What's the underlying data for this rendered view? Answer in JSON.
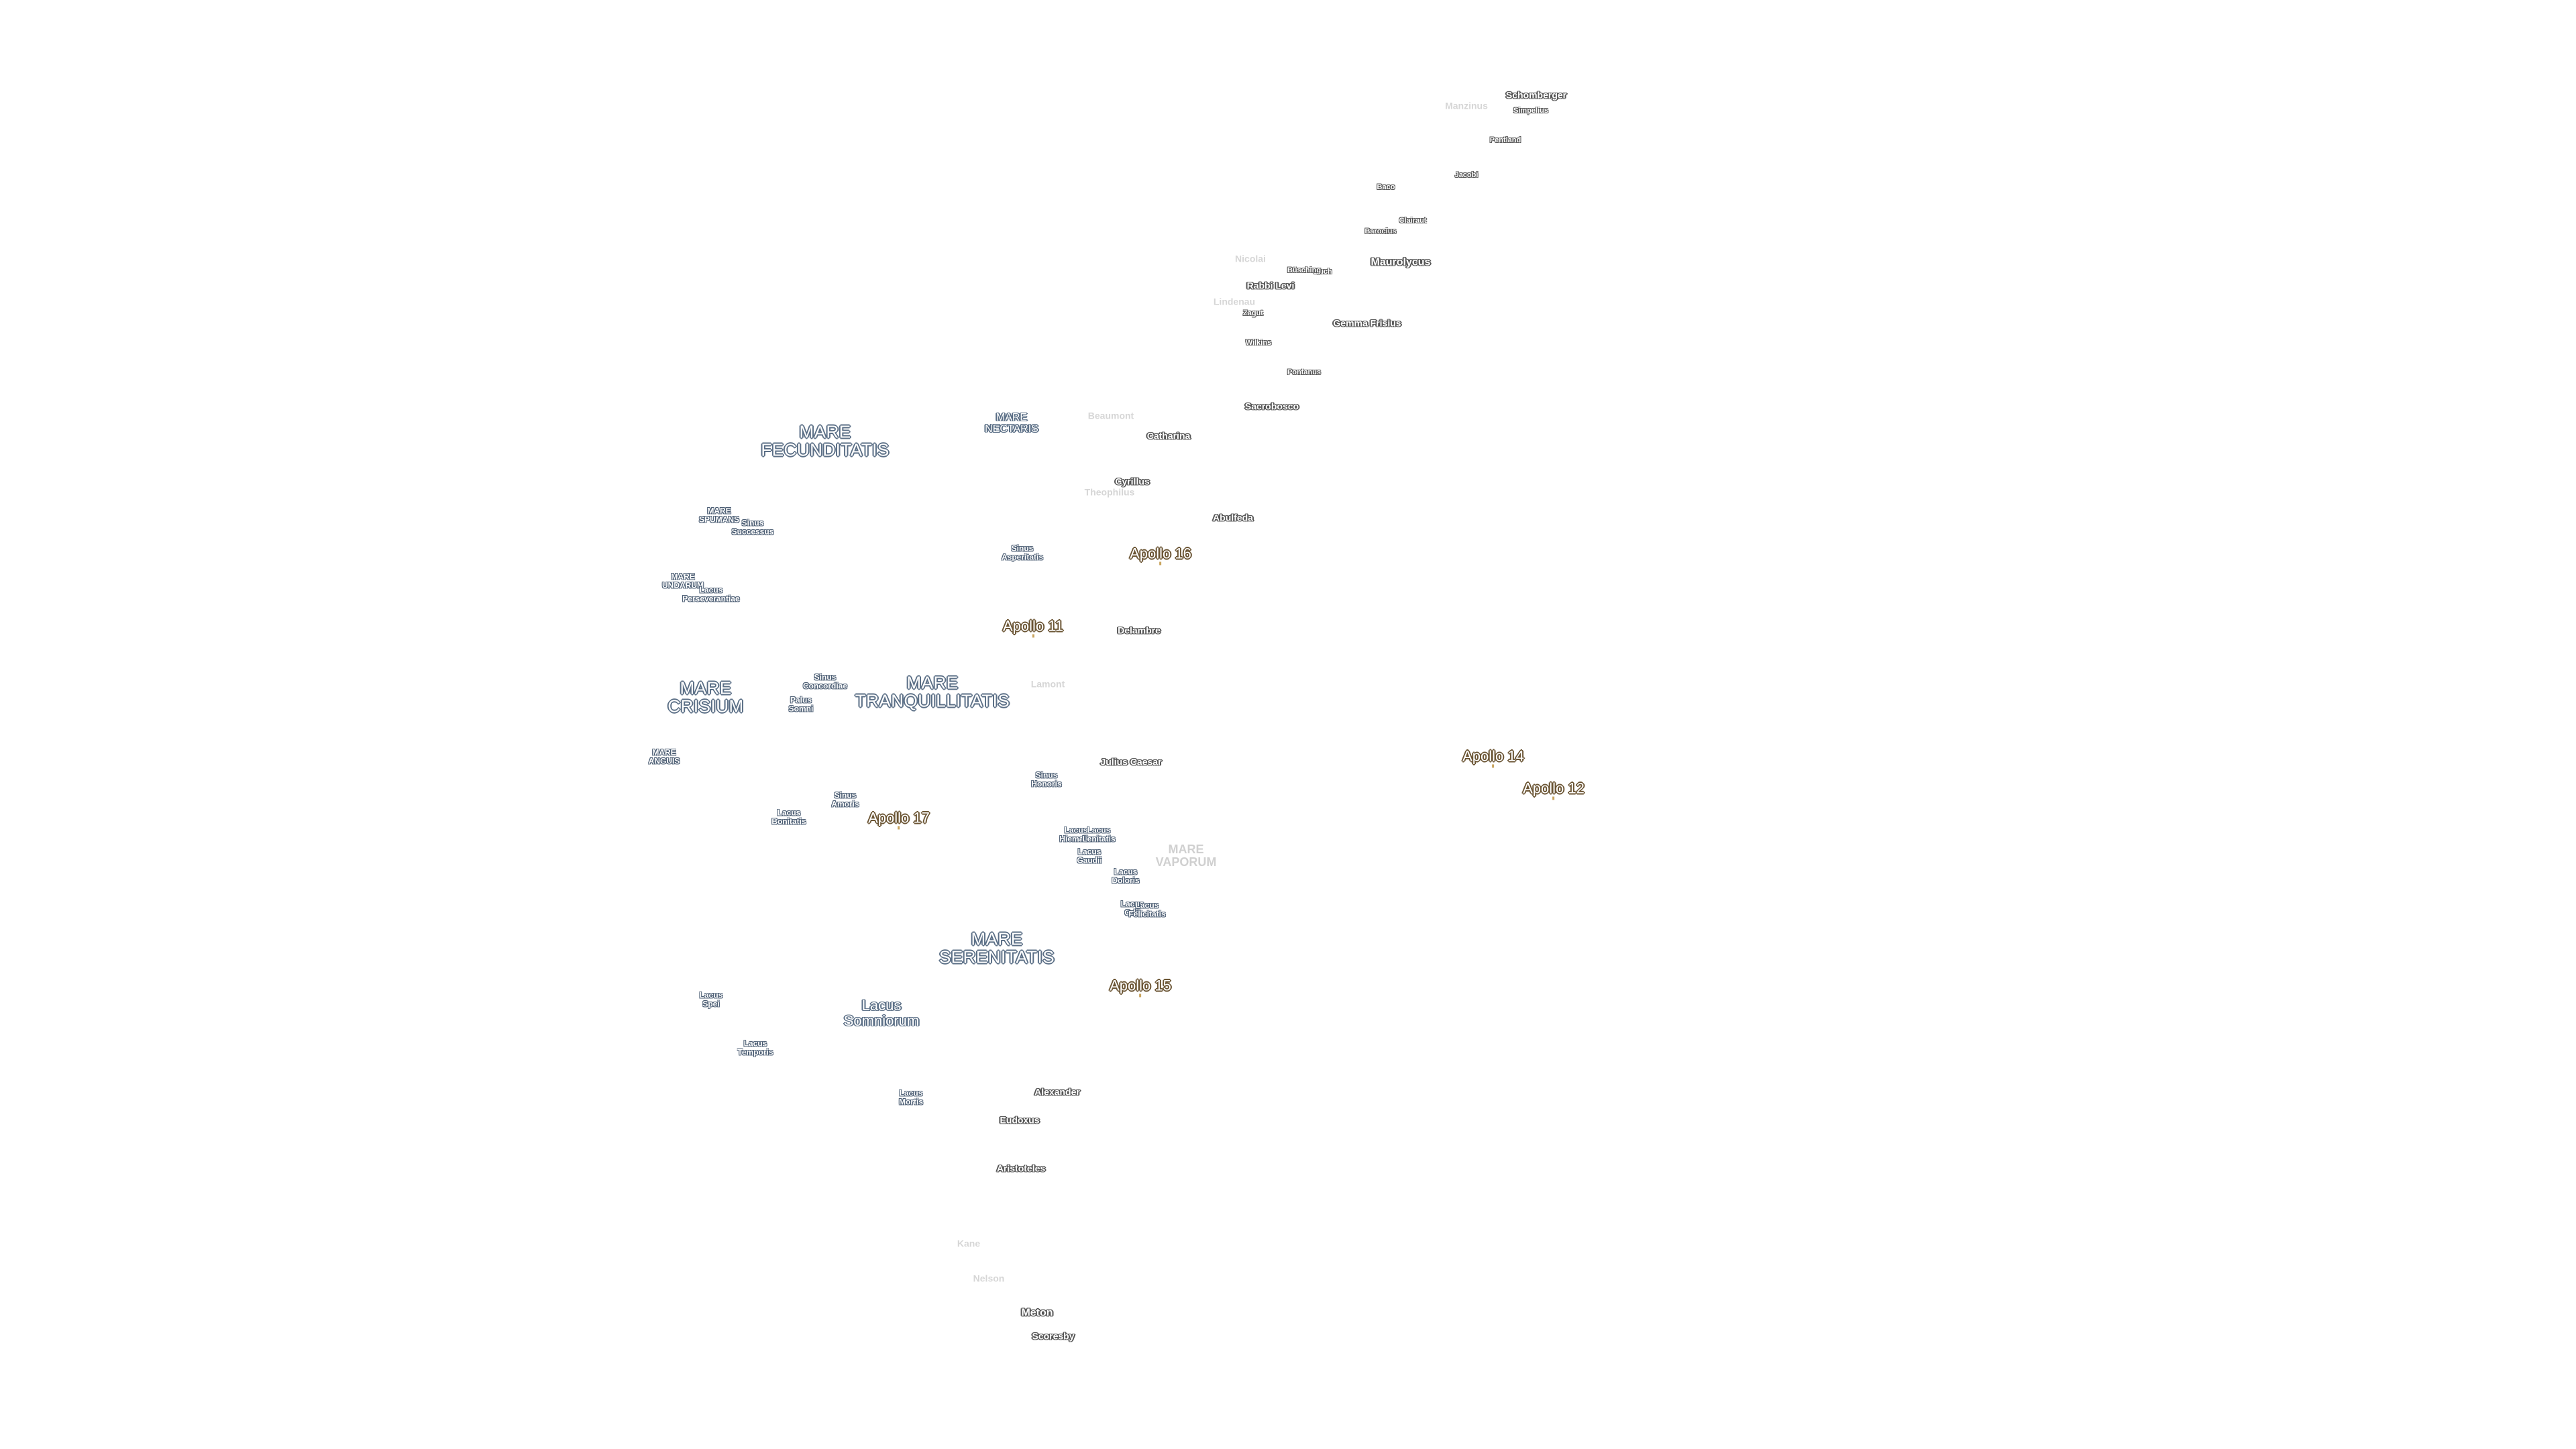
{
  "map": {
    "accent_colors": {
      "mare_outline": "#5b6f86",
      "crater_outline": "#555555",
      "apollo_outline": "#6b5534",
      "faded_label": "#d0d0d0"
    },
    "maria": {
      "fecunditatis": "MARE\nFECUNDITATIS",
      "nectaris": "MARE\nNECTARIS",
      "tranquillitatis": "MARE\nTRANQUILLITATIS",
      "crisium": "MARE\nCRISIUM",
      "serenitatis": "MARE\nSERENITATIS",
      "spumans": "MARE\nSPUMANS",
      "undarum": "MARE\nUNDARUM",
      "anguis": "MARE\nANGUIS",
      "vaporum": "MARE\nVAPORUM"
    },
    "lacus": {
      "somniorum": "Lacus\nSomniorum",
      "spei": "Lacus\nSpei",
      "temporis": "Lacus\nTemporis",
      "mortis": "Lacus\nMortis",
      "bonitatis": "Lacus\nBonitatis",
      "gaudii": "Lacus\nGaudii",
      "doloris": "Lacus\nDoloris",
      "hiemalis": "Lacus\nHiemalis",
      "lenitatis": "Lacus\nLenitatis",
      "odii": "Lacus\nOdii",
      "felicitatis": "Lacus\nFelicitatis"
    },
    "sinus": {
      "successus": "Sinus\nSuccessus",
      "asperitatis": "Sinus\nAsperitatis",
      "concordiae": "Sinus\nConcordiae",
      "amoris": "Sinus\nAmoris",
      "honoris": "Sinus\nHonoris",
      "perseverantiae": "Lacus\nPerseverantiae"
    },
    "paludes": {
      "somni": "Palus\nSomni"
    },
    "apollo": {
      "a11": "Apollo 11",
      "a12": "Apollo 12",
      "a14": "Apollo 14",
      "a15": "Apollo 15",
      "a16": "Apollo 16",
      "a17": "Apollo 17"
    },
    "craters": {
      "schomberger": "Schomberger",
      "manzinus": "Manzinus",
      "simpelius": "Simpelius",
      "pentland": "Pentland",
      "jacobi": "Jacobi",
      "baco": "Baco",
      "clairaut": "Clairaut",
      "barocius": "Barocius",
      "nicolai": "Nicolai",
      "maurolycus": "Maurolycus",
      "buch": "Buch",
      "busching": "Büsching",
      "rabbi_levi": "Rabbi Levi",
      "lindenau": "Lindenau",
      "zagut": "Zagut",
      "gemma_frisius": "Gemma Frisius",
      "wilkins": "Wilkins",
      "pontanus": "Pontanus",
      "sacrobosco": "Sacrobosco",
      "beaumont": "Beaumont",
      "catharina": "Catharina",
      "cyrillus": "Cyrillus",
      "theophilus": "Theophilus",
      "abulfeda": "Abulfeda",
      "delambre": "Delambre",
      "lamont": "Lamont",
      "julius_caesar": "Julius Caesar",
      "alexander": "Alexander",
      "eudoxus": "Eudoxus",
      "aristoteles": "Aristoteles",
      "kane": "Kane",
      "nelson": "Nelson",
      "meton": "Meton",
      "scoresby": "Scoresby"
    }
  }
}
